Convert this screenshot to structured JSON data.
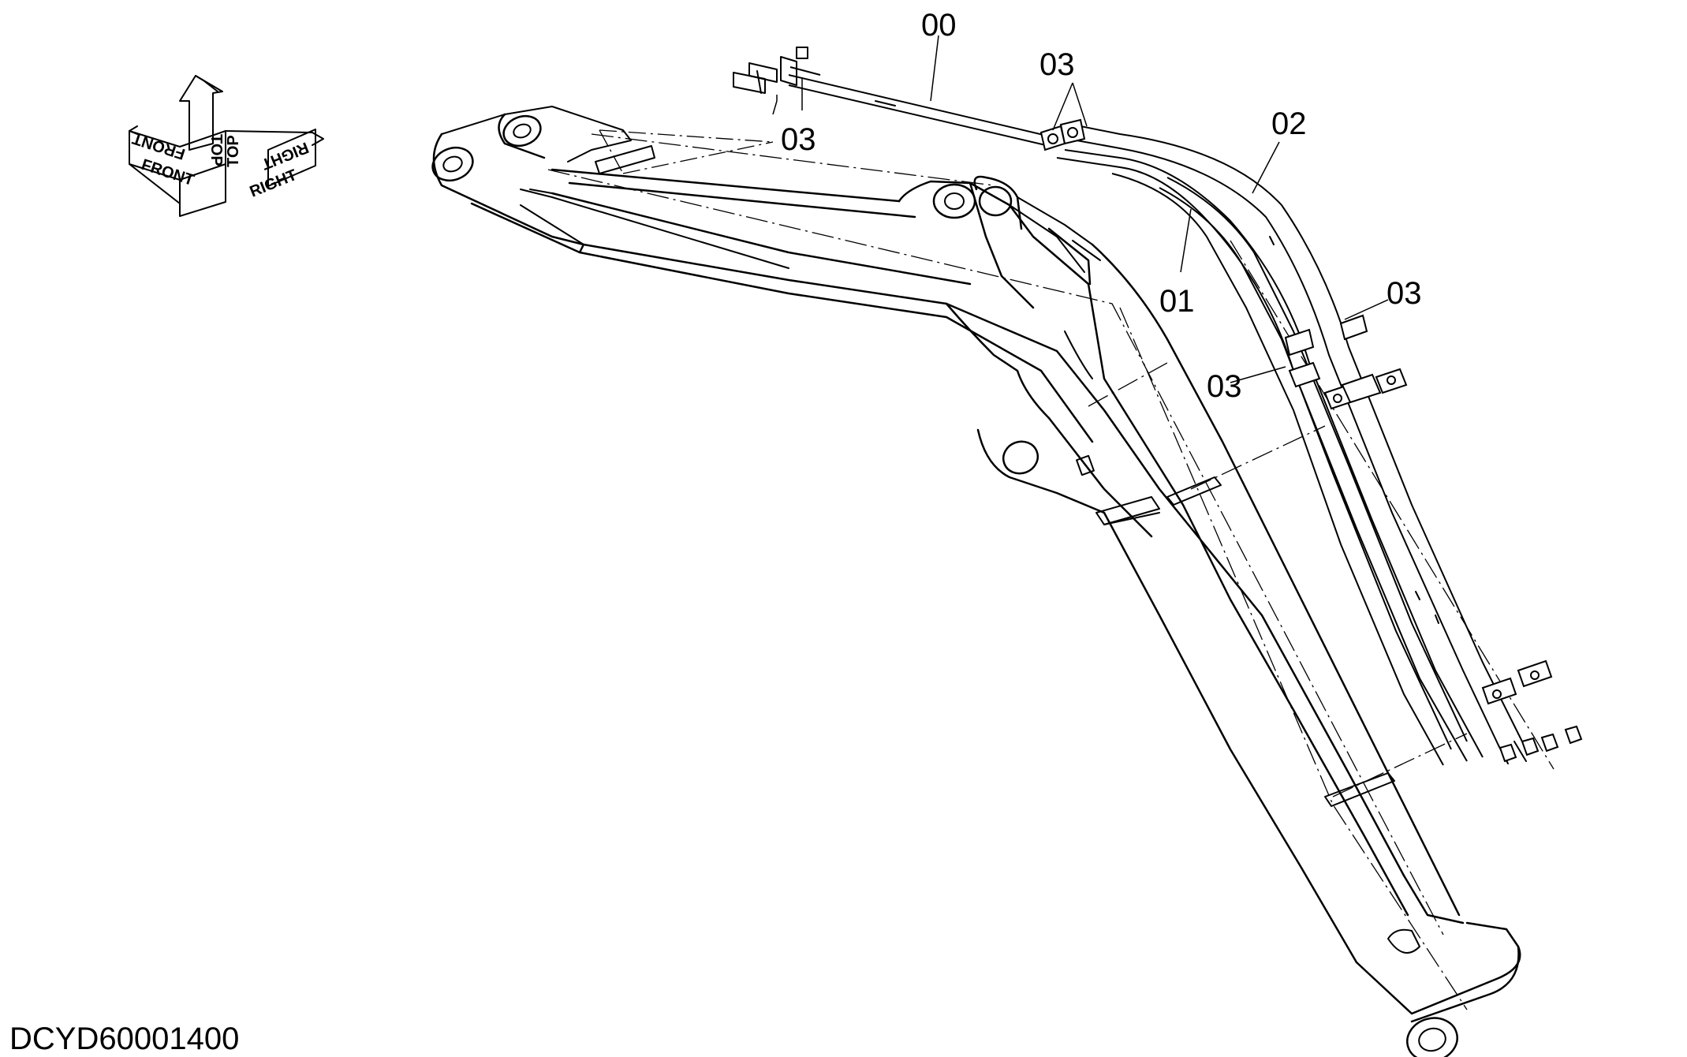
{
  "drawing": {
    "code": "DCYD60001400"
  },
  "orientation_indicator": {
    "front": "FRONT",
    "top": "TOP",
    "right": "RIGHT"
  },
  "callouts": [
    {
      "id": "00",
      "text": "00"
    },
    {
      "id": "03-top-left",
      "text": "03"
    },
    {
      "id": "03-top-center",
      "text": "03"
    },
    {
      "id": "02",
      "text": "02"
    },
    {
      "id": "01",
      "text": "01"
    },
    {
      "id": "03-right",
      "text": "03"
    },
    {
      "id": "03-middle",
      "text": "03"
    }
  ]
}
